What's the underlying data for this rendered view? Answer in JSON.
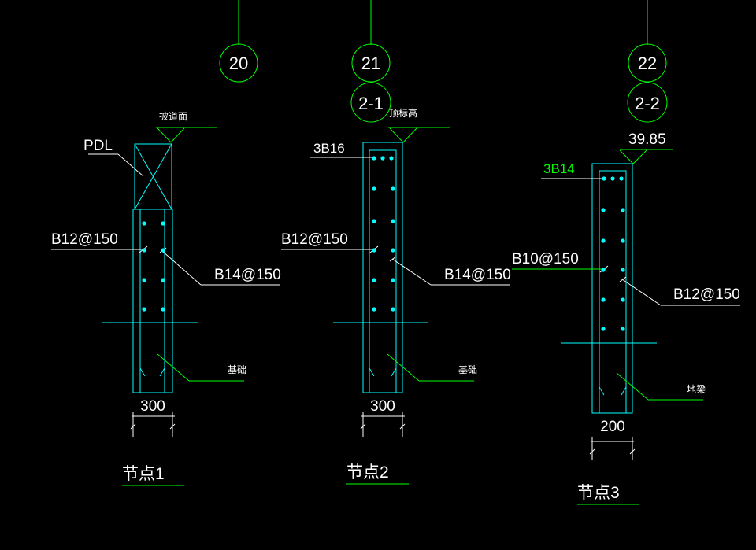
{
  "colors": {
    "background": "#000000",
    "line": "#00ff00",
    "wall": "#00ffff",
    "text": "#ffffff",
    "text_green": "#00ff00",
    "rebar_dot": "#00ffff"
  },
  "axes": [
    {
      "number": "20",
      "sub": ""
    },
    {
      "number": "21",
      "sub": "2-1"
    },
    {
      "number": "22",
      "sub": "2-2"
    }
  ],
  "nodes": [
    {
      "top_label": "披道面",
      "top_bar": "",
      "marker_label": "PDL",
      "vertical_bar": "B12@150",
      "horizontal_bar": "B14@150",
      "base_label": "基础",
      "width_dim": "300",
      "node_title": "节点1"
    },
    {
      "top_label": "顶标高",
      "top_bar": "3B16",
      "marker_label": "",
      "vertical_bar": "B12@150",
      "horizontal_bar": "B14@150",
      "base_label": "基础",
      "width_dim": "300",
      "node_title": "节点2"
    },
    {
      "top_label": "39.85",
      "top_bar": "3B14",
      "marker_label": "",
      "vertical_bar": "B10@150",
      "horizontal_bar": "B12@150",
      "base_label": "地梁",
      "width_dim": "200",
      "node_title": "节点3"
    }
  ]
}
